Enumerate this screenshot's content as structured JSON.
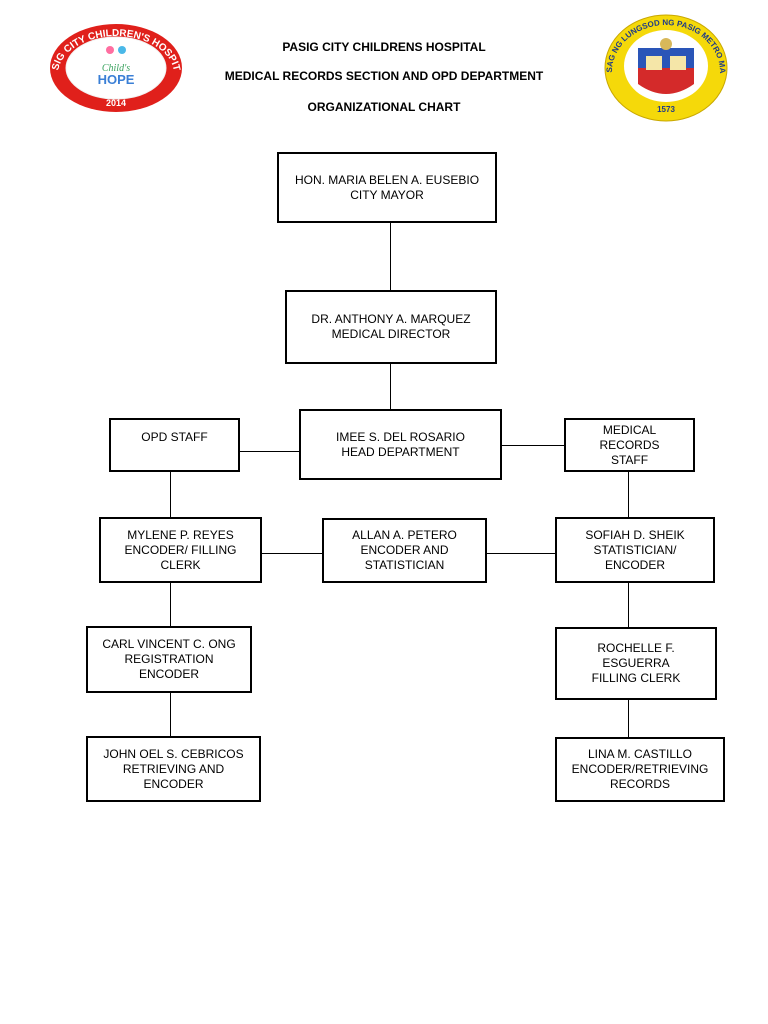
{
  "header": {
    "line1": "PASIG CITY CHILDRENS HOSPITAL",
    "line2": "MEDICAL RECORDS SECTION AND OPD DEPARTMENT",
    "line3": "ORGANIZATIONAL CHART"
  },
  "logos": {
    "left": {
      "ring_text": "PASIG CITY CHILDREN'S HOSPITAL",
      "center_top": "Child's",
      "center_bottom": "HOPE",
      "year": "2014",
      "ring_color": "#e0201b",
      "inner_color": "#ffffff"
    },
    "right": {
      "ring_text": "SAGISAG NG LUNGSOD NG PASIG METRO MANILA",
      "year": "1573",
      "ring_color": "#f5d90a",
      "inner_color": "#ffffff"
    }
  },
  "nodes": {
    "mayor": {
      "line1": "HON. MARIA BELEN A. EUSEBIO",
      "line2": "CITY MAYOR"
    },
    "director": {
      "line1": "DR. ANTHONY A. MARQUEZ",
      "line2": "MEDICAL DIRECTOR"
    },
    "head": {
      "line1": "IMEE S. DEL ROSARIO",
      "line2": "HEAD DEPARTMENT"
    },
    "opd_staff": {
      "line1": "OPD STAFF"
    },
    "medical_records_staff": {
      "line1": "MEDICAL",
      "line2": "RECORDS",
      "line3": "STAFF"
    },
    "reyes": {
      "line1": "MYLENE P. REYES",
      "line2": "ENCODER/ FILLING",
      "line3": "CLERK"
    },
    "petero": {
      "line1": "ALLAN A. PETERO",
      "line2": "ENCODER AND",
      "line3": "STATISTICIAN"
    },
    "sheik": {
      "line1": "SOFIAH D. SHEIK",
      "line2": "STATISTICIAN/",
      "line3": "ENCODER"
    },
    "ong": {
      "line1": "CARL VINCENT C. ONG",
      "line2": "REGISTRATION",
      "line3": "ENCODER"
    },
    "esguerra": {
      "line1": "ROCHELLE F.",
      "line2": "ESGUERRA",
      "line3": "FILLING CLERK"
    },
    "cebricos": {
      "line1": "JOHN OEL S. CEBRICOS",
      "line2": "RETRIEVING AND",
      "line3": "ENCODER"
    },
    "castillo": {
      "line1": "LINA M. CASTILLO",
      "line2": "ENCODER/RETRIEVING",
      "line3": "RECORDS"
    }
  }
}
